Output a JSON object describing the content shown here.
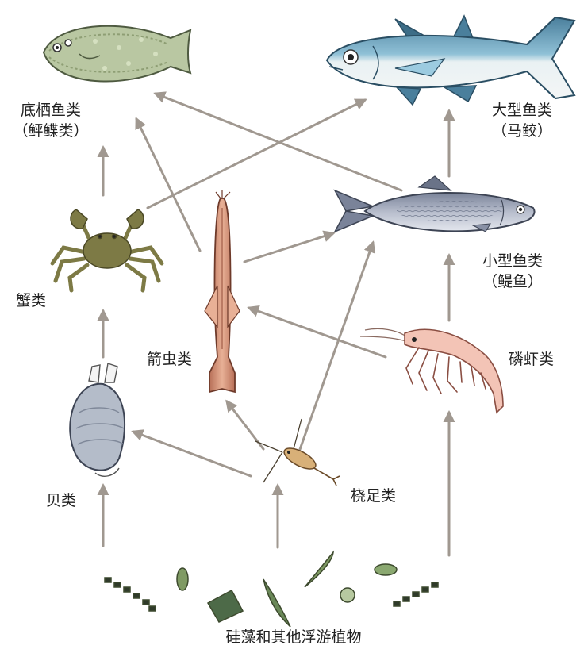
{
  "labels": {
    "benthic_fish": "底栖鱼类",
    "benthic_fish_example": "（鲆鲽类）",
    "large_fish": "大型鱼类",
    "large_fish_example": "（马鲛）",
    "small_fish": "小型鱼类",
    "small_fish_example": "（鳀鱼）",
    "crabs": "蟹类",
    "arrow_worms": "箭虫类",
    "krill": "磷虾类",
    "bivalves": "贝类",
    "copepods": "桡足类",
    "plankton": "硅藻和其他浮游植物"
  },
  "colors": {
    "arrow": "#a09890",
    "flatfish": "#b9c7a2",
    "tuna_back": "#5f93ad",
    "tuna_belly": "#e6eef0",
    "herring": "#9ea6b8",
    "crab": "#7d7a45",
    "arrow_worm": "#d79a7c",
    "shrimp": "#f3c4b6",
    "clam": "#b4bcc9",
    "copepod": "#d8b078",
    "diatom": "#7f9a63"
  }
}
